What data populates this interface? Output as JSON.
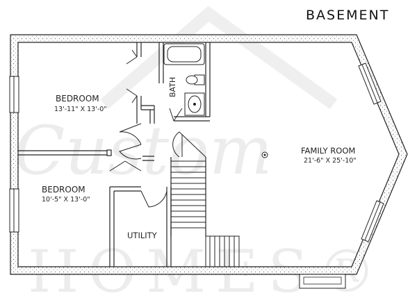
{
  "plan": {
    "title": "BASEMENT",
    "rooms": [
      {
        "name": "BEDROOM",
        "dims": "13'-11\" X 13'-0\""
      },
      {
        "name": "BEDROOM",
        "dims": "10'-5\" X 13'-0\""
      },
      {
        "name": "FAMILY ROOM",
        "dims": "21'-6\" X 25'-10\""
      },
      {
        "name": "UTILITY"
      },
      {
        "name": "BATH"
      }
    ],
    "watermark": {
      "script": "Custom",
      "word": "HOMES®"
    }
  }
}
